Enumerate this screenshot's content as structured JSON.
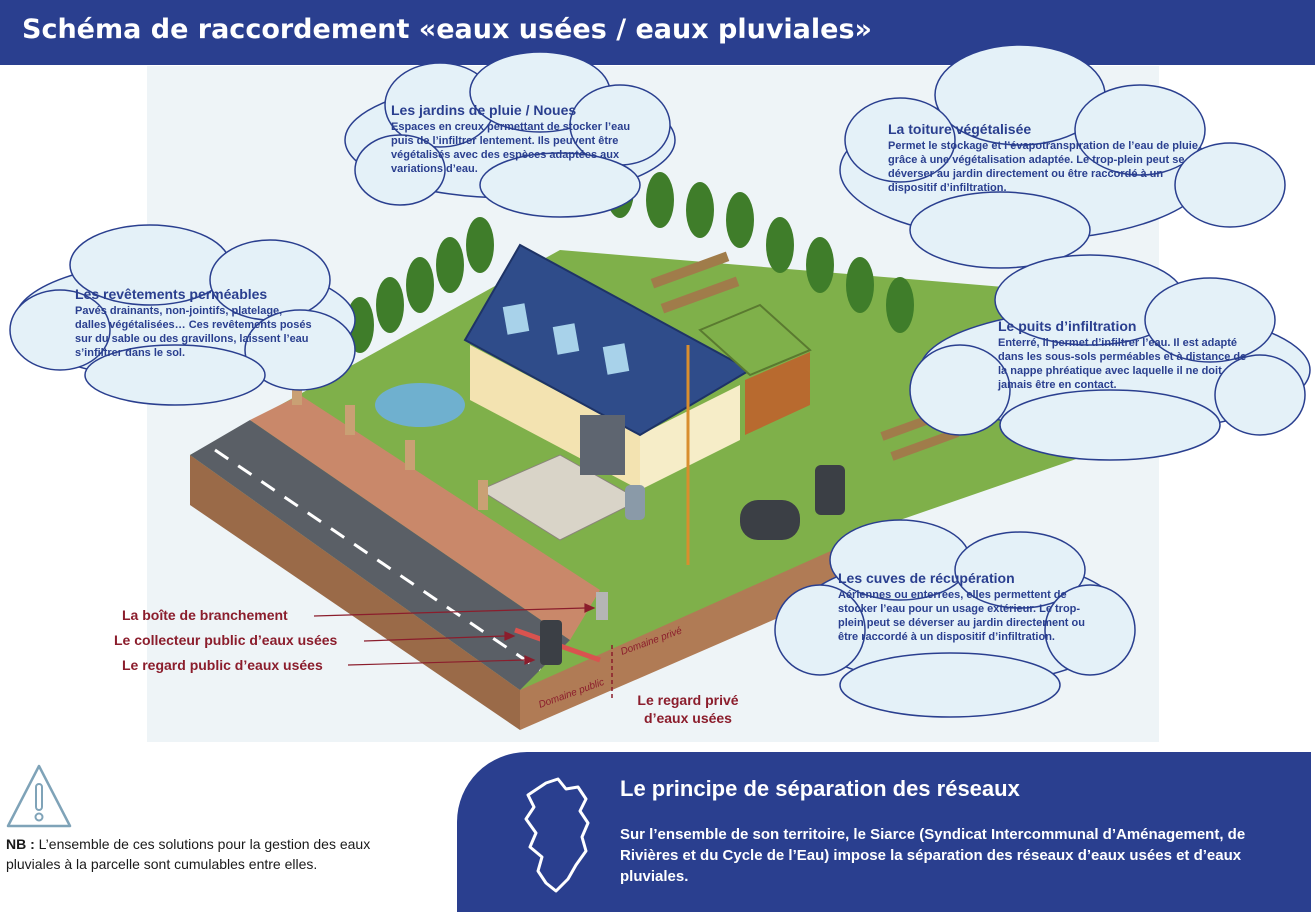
{
  "header": {
    "title": "Schéma de raccordement «eaux usées / eaux pluviales»"
  },
  "clouds": {
    "jardins": {
      "title": "Les jardins de pluie / Noues",
      "body": "Espaces en creux permettant de stocker l’eau puis de l’infiltrer lentement. Ils peuvent être végétalisés avec des espèces adaptées aux variations d’eau."
    },
    "toiture": {
      "title": "La toiture végétalisée",
      "body": "Permet le stockage et l’évapotranspiration de l’eau de pluie grâce à une végétalisation adaptée. Le trop-plein peut se déverser au jardin directement ou être raccordé à un dispositif d’infiltration."
    },
    "revetements": {
      "title": "Les revêtements perméables",
      "body": "Pavés drainants, non-jointifs, platelage, dalles végétalisées… Ces revêtements posés sur du sable ou des gravillons, laissent l’eau s’infiltrer dans le sol."
    },
    "puits": {
      "title": "Le puits d’infiltration",
      "body": "Enterré, il permet d’infiltrer l’eau. Il est adapté dans les sous-sols perméables et à distance de la nappe phréatique avec laquelle il ne doit jamais être en contact."
    },
    "cuves": {
      "title": "Les cuves de récupération",
      "body": "Aériennes ou enterrées, elles permettent de stocker l’eau pour un usage extérieur. Le trop-plein peut se déverser au jardin directement ou être raccordé à un dispositif d’infiltration."
    }
  },
  "callouts": {
    "boite": "La boîte de branchement",
    "collecteur": "Le collecteur public d’eaux usées",
    "regard_public": "Le regard public d’eaux usées",
    "regard_prive": "Le regard privé d’eaux usées",
    "domaine_public": "Domaine public",
    "domaine_prive": "Domaine privé"
  },
  "note": {
    "prefix": "NB :",
    "text": " L’ensemble de ces solutions pour la gestion des eaux pluviales à la parcelle sont cumulables entre elles."
  },
  "principle": {
    "title": "Le principe de séparation des réseaux",
    "text": "Sur l’ensemble de son territoire, le Siarce (Syndicat Intercommunal d’Aménagement, de Rivières et du Cycle de l’Eau) impose la séparation des réseaux d’eaux usées et d’eaux pluviales."
  },
  "colors": {
    "brand_blue": "#2a3f8f",
    "callout_red": "#8b1d2c",
    "cloud_fill": "#e4f1f8",
    "cloud_stroke": "#2a3f8f"
  },
  "icons": {
    "warning": "warning-triangle-icon",
    "territory": "territory-map-icon"
  }
}
